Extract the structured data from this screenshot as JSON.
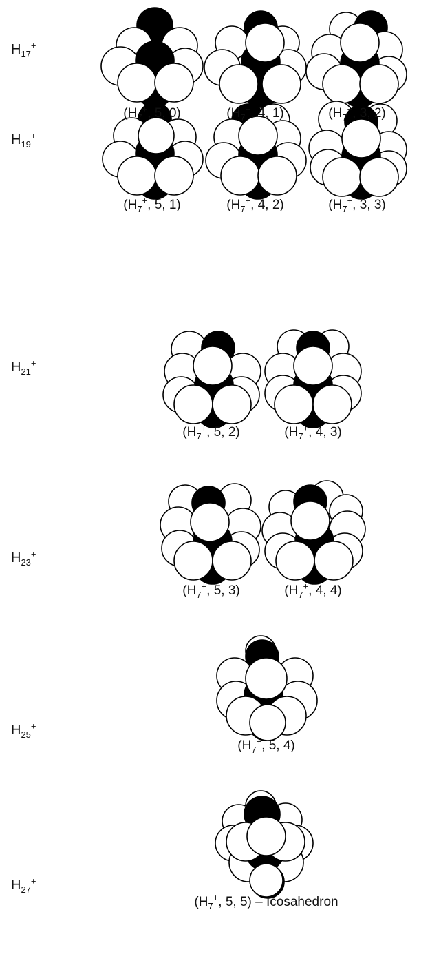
{
  "figure": {
    "rows": [
      {
        "label": {
          "base": "H",
          "sub": "17",
          "sup": "+"
        },
        "clusters": [
          {
            "caption": {
              "pre": "(H",
              "sub": "7",
              "sup": "+",
              "post": ", 5, 0)"
            },
            "model": "h7_5_0"
          },
          {
            "caption": {
              "pre": "(H",
              "sub": "7",
              "sup": "+",
              "post": ", 4, 1)"
            },
            "model": "h7_4_1"
          },
          {
            "caption": {
              "pre": "(H",
              "sub": "7",
              "sup": "+",
              "post": ", 3, 2)"
            },
            "model": "h7_3_2"
          }
        ]
      },
      {
        "label": {
          "base": "H",
          "sub": "19",
          "sup": "+"
        },
        "clusters": [
          {
            "caption": {
              "pre": "(H",
              "sub": "7",
              "sup": "+",
              "post": ", 5, 1)"
            },
            "model": "h7_5_1"
          },
          {
            "caption": {
              "pre": "(H",
              "sub": "7",
              "sup": "+",
              "post": ", 4, 2)"
            },
            "model": "h7_4_2"
          },
          {
            "caption": {
              "pre": "(H",
              "sub": "7",
              "sup": "+",
              "post": ", 3, 3)"
            },
            "model": "h7_3_3"
          }
        ]
      },
      {
        "label": {
          "base": "H",
          "sub": "21",
          "sup": "+"
        },
        "clusters": [
          {
            "caption": {
              "pre": "(H",
              "sub": "7",
              "sup": "+",
              "post": ", 5, 2)"
            },
            "model": "h7_5_2"
          },
          {
            "caption": {
              "pre": "(H",
              "sub": "7",
              "sup": "+",
              "post": ", 4, 3)"
            },
            "model": "h7_4_3"
          }
        ]
      },
      {
        "label": {
          "base": "H",
          "sub": "23",
          "sup": "+"
        },
        "clusters": [
          {
            "caption": {
              "pre": "(H",
              "sub": "7",
              "sup": "+",
              "post": ", 5, 3)"
            },
            "model": "h7_5_3"
          },
          {
            "caption": {
              "pre": "(H",
              "sub": "7",
              "sup": "+",
              "post": ", 4, 4)"
            },
            "model": "h7_4_4"
          }
        ]
      },
      {
        "label": {
          "base": "H",
          "sub": "25",
          "sup": "+"
        },
        "clusters": [
          {
            "caption": {
              "pre": "(H",
              "sub": "7",
              "sup": "+",
              "post": ", 5, 4)"
            },
            "model": "h7_5_4"
          }
        ]
      },
      {
        "label": {
          "base": "H",
          "sub": "27",
          "sup": "+"
        },
        "clusters": [
          {
            "caption": {
              "pre": "(H",
              "sub": "7",
              "sup": "+",
              "post": ", 5, 5) – Icosahedron"
            },
            "model": "h7_5_5"
          }
        ]
      }
    ],
    "colors": {
      "core_sphere": "#000000",
      "outer_sphere": "#ffffff",
      "outline": "#000000"
    }
  }
}
